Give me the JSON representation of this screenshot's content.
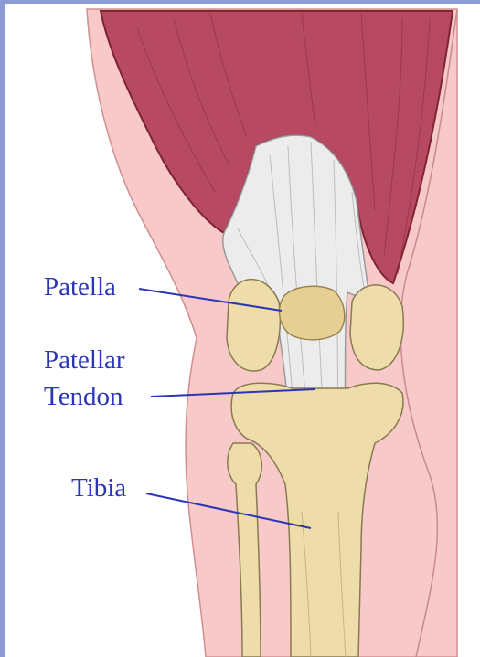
{
  "labels": {
    "patella": "Patella",
    "patellar_line1": "Patellar",
    "patellar_line2": "Tendon",
    "tibia": "Tibia"
  },
  "colors": {
    "frame": "#8c9bd3",
    "skin": "#f6c8c8",
    "muscle": "#b5465e",
    "tendon": "#ececec",
    "bone": "#eedcaa",
    "label": "#2a35b8"
  }
}
